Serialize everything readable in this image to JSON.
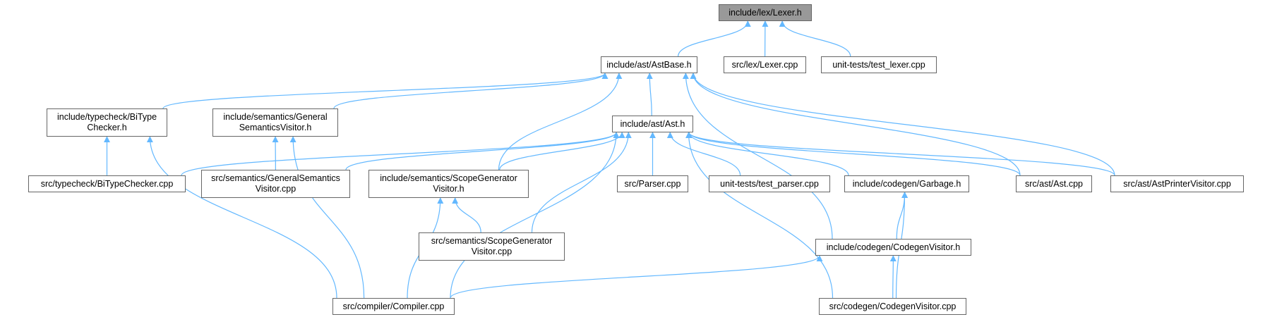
{
  "colors": {
    "edge": "#63b8ff",
    "node_border": "#666666",
    "root_fill": "#999999",
    "node_fill": "#ffffff"
  },
  "nodes": {
    "lexer_h": [
      "include/lex/Lexer.h"
    ],
    "astbase_h": [
      "include/ast/AstBase.h"
    ],
    "lexer_cpp": [
      "src/lex/Lexer.cpp"
    ],
    "test_lexer": [
      "unit-tests/test_lexer.cpp"
    ],
    "bitype_h": [
      "include/typecheck/BiType",
      "Checker.h"
    ],
    "gensem_h": [
      "include/semantics/General",
      "SemanticsVisitor.h"
    ],
    "ast_h": [
      "include/ast/Ast.h"
    ],
    "bitype_cpp": [
      "src/typecheck/BiTypeChecker.cpp"
    ],
    "gensem_cpp": [
      "src/semantics/GeneralSemantics",
      "Visitor.cpp"
    ],
    "scopegen_h": [
      "include/semantics/ScopeGenerator",
      "Visitor.h"
    ],
    "parser_cpp": [
      "src/Parser.cpp"
    ],
    "test_parser": [
      "unit-tests/test_parser.cpp"
    ],
    "garbage_h": [
      "include/codegen/Garbage.h"
    ],
    "ast_cpp": [
      "src/ast/Ast.cpp"
    ],
    "astprinter_cpp": [
      "src/ast/AstPrinterVisitor.cpp"
    ],
    "scopegen_cpp": [
      "src/semantics/ScopeGenerator",
      "Visitor.cpp"
    ],
    "codegen_h": [
      "include/codegen/CodegenVisitor.h"
    ],
    "compiler_cpp": [
      "src/compiler/Compiler.cpp"
    ],
    "codegen_cpp": [
      "src/codegen/CodegenVisitor.cpp"
    ]
  },
  "edges": [
    [
      "astbase_h",
      "lexer_h"
    ],
    [
      "lexer_cpp",
      "lexer_h"
    ],
    [
      "test_lexer",
      "lexer_h"
    ],
    [
      "bitype_h",
      "astbase_h"
    ],
    [
      "gensem_h",
      "astbase_h"
    ],
    [
      "ast_h",
      "astbase_h"
    ],
    [
      "scopegen_h",
      "astbase_h"
    ],
    [
      "ast_cpp",
      "astbase_h"
    ],
    [
      "astprinter_cpp",
      "astbase_h"
    ],
    [
      "codegen_h",
      "astbase_h"
    ],
    [
      "bitype_cpp",
      "bitype_h"
    ],
    [
      "compiler_cpp",
      "bitype_h"
    ],
    [
      "gensem_cpp",
      "gensem_h"
    ],
    [
      "compiler_cpp",
      "gensem_h"
    ],
    [
      "bitype_cpp",
      "ast_h"
    ],
    [
      "gensem_cpp",
      "ast_h"
    ],
    [
      "scopegen_h",
      "ast_h"
    ],
    [
      "scopegen_cpp",
      "ast_h"
    ],
    [
      "compiler_cpp",
      "ast_h"
    ],
    [
      "parser_cpp",
      "ast_h"
    ],
    [
      "test_parser",
      "ast_h"
    ],
    [
      "garbage_h",
      "ast_h"
    ],
    [
      "ast_cpp",
      "ast_h"
    ],
    [
      "astprinter_cpp",
      "ast_h"
    ],
    [
      "codegen_cpp",
      "ast_h"
    ],
    [
      "scopegen_cpp",
      "scopegen_h"
    ],
    [
      "compiler_cpp",
      "scopegen_h"
    ],
    [
      "codegen_h",
      "garbage_h"
    ],
    [
      "codegen_cpp",
      "garbage_h"
    ],
    [
      "compiler_cpp",
      "codegen_h"
    ],
    [
      "codegen_cpp",
      "codegen_h"
    ]
  ]
}
